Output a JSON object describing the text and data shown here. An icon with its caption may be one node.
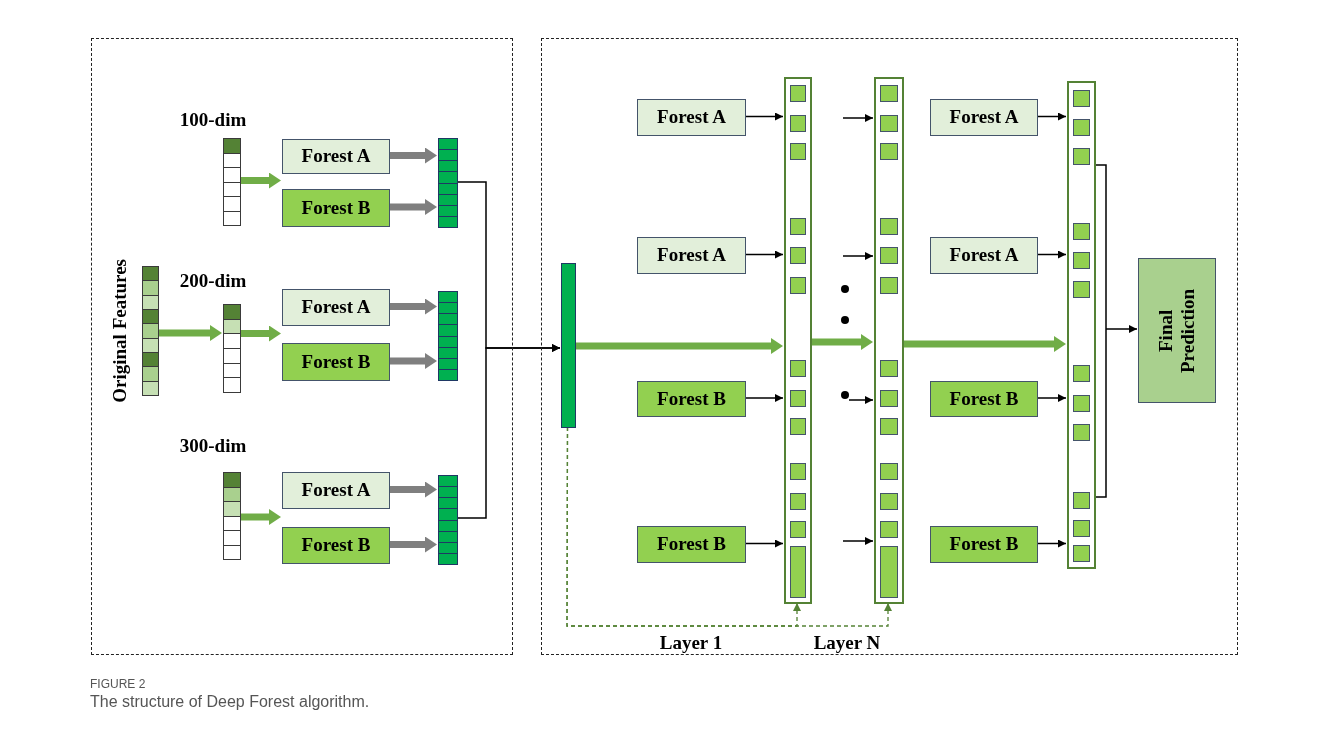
{
  "diagram": {
    "caption": "The structure of Deep Forest algorithm.",
    "nodes": [
      {
        "text": [],
        "shape": "box"
      },
      {
        "text": [],
        "shape": "box"
      },
      {
        "text": [],
        "shape": "bar",
        "in": 0,
        "beside": [
          "Original Features"
        ]
      },
      {
        "text": [],
        "shape": "bar",
        "in": 0,
        "beside": [
          "100-dim"
        ]
      },
      {
        "text": [
          "Forest A"
        ],
        "in": 0
      },
      {
        "text": [
          "Forest B"
        ],
        "in": 0
      },
      {
        "text": [],
        "shape": "bar",
        "in": 0
      },
      {
        "text": [],
        "shape": "bar",
        "in": 0,
        "beside": [
          "200-dim"
        ]
      },
      {
        "text": [
          "Forest A"
        ],
        "in": 0
      },
      {
        "text": [
          "Forest B"
        ],
        "in": 0
      },
      {
        "text": [],
        "shape": "bar",
        "in": 0
      },
      {
        "text": [],
        "shape": "bar",
        "in": 0,
        "beside": [
          "300-dim"
        ]
      },
      {
        "text": [
          "Forest A"
        ],
        "in": 0
      },
      {
        "text": [
          "Forest B"
        ],
        "in": 0
      },
      {
        "text": [],
        "shape": "bar",
        "in": 0
      },
      {
        "text": [],
        "shape": "bar",
        "in": 1
      },
      {
        "text": [
          "Forest A"
        ],
        "in": 1
      },
      {
        "text": [
          "Forest A"
        ],
        "in": 1
      },
      {
        "text": [
          "Forest B"
        ],
        "in": 1
      },
      {
        "text": [
          "Forest B"
        ],
        "in": 1
      },
      {
        "text": [],
        "shape": "bar",
        "in": 1,
        "beside": [
          "Layer 1"
        ]
      },
      {
        "text": [],
        "shape": "bar",
        "in": 1,
        "beside": [
          "Layer N"
        ]
      },
      {
        "text": [
          "Forest A"
        ],
        "in": 1
      },
      {
        "text": [
          "Forest A"
        ],
        "in": 1
      },
      {
        "text": [
          "Forest B"
        ],
        "in": 1
      },
      {
        "text": [
          "Forest B"
        ],
        "in": 1
      },
      {
        "text": [],
        "shape": "bar",
        "in": 1
      },
      {
        "text": [
          "Final Prediction"
        ],
        "in": 1
      }
    ],
    "edges": [
      {
        "from": 2,
        "to": 7,
        "arrow": "to",
        "style": "thick",
        "color": "#70ad47"
      },
      {
        "from": 3,
        "to": 4,
        "arrow": "to",
        "style": "thick",
        "color": "#70ad47"
      },
      {
        "from": 3,
        "to": 5,
        "arrow": "to",
        "style": "thick",
        "color": "#70ad47"
      },
      {
        "from": 7,
        "to": 8,
        "arrow": "to",
        "style": "thick",
        "color": "#70ad47"
      },
      {
        "from": 7,
        "to": 9,
        "arrow": "to",
        "style": "thick",
        "color": "#70ad47"
      },
      {
        "from": 11,
        "to": 12,
        "arrow": "to",
        "style": "thick",
        "color": "#70ad47"
      },
      {
        "from": 11,
        "to": 13,
        "arrow": "to",
        "style": "thick",
        "color": "#70ad47"
      },
      {
        "from": 4,
        "to": 6,
        "arrow": "to",
        "style": "thick",
        "color": "#7f7f7f"
      },
      {
        "from": 5,
        "to": 6,
        "arrow": "to",
        "style": "thick",
        "color": "#7f7f7f"
      },
      {
        "from": 8,
        "to": 10,
        "arrow": "to",
        "style": "thick",
        "color": "#7f7f7f"
      },
      {
        "from": 9,
        "to": 10,
        "arrow": "to",
        "style": "thick",
        "color": "#7f7f7f"
      },
      {
        "from": 12,
        "to": 14,
        "arrow": "to",
        "style": "thick",
        "color": "#7f7f7f"
      },
      {
        "from": 13,
        "to": 14,
        "arrow": "to",
        "style": "thick",
        "color": "#7f7f7f"
      },
      {
        "from": 6,
        "to": 15,
        "arrow": "to"
      },
      {
        "from": 14,
        "to": 15,
        "arrow": "to"
      },
      {
        "from": 15,
        "to": 20,
        "arrow": "to",
        "style": "thick",
        "color": "#70ad47"
      },
      {
        "from": 16,
        "to": 20,
        "arrow": "to"
      },
      {
        "from": 17,
        "to": 20,
        "arrow": "to"
      },
      {
        "from": 18,
        "to": 20,
        "arrow": "to"
      },
      {
        "from": 19,
        "to": 20,
        "arrow": "to"
      },
      {
        "from": 20,
        "to": 21,
        "arrow": "to",
        "style": "thick",
        "color": "#70ad47"
      },
      {
        "from": null,
        "to": 21,
        "arrow": "to"
      },
      {
        "from": null,
        "to": 21,
        "arrow": "to"
      },
      {
        "from": null,
        "to": 21,
        "arrow": "to"
      },
      {
        "from": null,
        "to": 21,
        "arrow": "to"
      },
      {
        "from": 21,
        "to": 26,
        "arrow": "to",
        "style": "thick",
        "color": "#70ad47"
      },
      {
        "from": 22,
        "to": 26,
        "arrow": "to"
      },
      {
        "from": 23,
        "to": 26,
        "arrow": "to"
      },
      {
        "from": 24,
        "to": 26,
        "arrow": "to"
      },
      {
        "from": 25,
        "to": 26,
        "arrow": "to"
      },
      {
        "from": 26,
        "to": 27,
        "arrow": "to"
      },
      {
        "from": 15,
        "to": 20,
        "arrow": "to",
        "style": "dashed",
        "color": "#548235"
      },
      {
        "from": 15,
        "to": 21,
        "arrow": "to",
        "style": "dashed",
        "color": "#548235"
      }
    ],
    "labels": [
      "FIGURE 2"
    ]
  }
}
